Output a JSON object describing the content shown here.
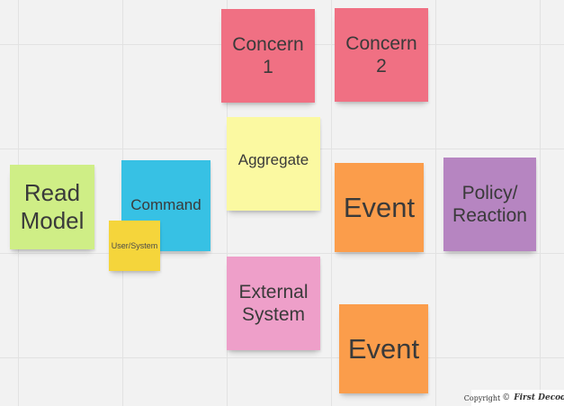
{
  "notes": {
    "concern1": "Concern\n1",
    "concern2": "Concern\n2",
    "aggregate": "Aggregate",
    "read_model": "Read\nModel",
    "command": "Command",
    "user_system": "User/System",
    "event1": "Event",
    "policy": "Policy/\nReaction",
    "external_system": "External\nSystem",
    "event2": "Event"
  },
  "colors": {
    "concern": "#f07083",
    "aggregate": "#fbf9a1",
    "read_model": "#cfee86",
    "command": "#37c1e4",
    "user_system": "#f5d53b",
    "event": "#fb9d4b",
    "policy": "#b685c1",
    "external_system": "#ee9fc9"
  },
  "watermark": {
    "prefix": "Copyright",
    "brand": "First Decode",
    "icon": "copyright-icon"
  }
}
